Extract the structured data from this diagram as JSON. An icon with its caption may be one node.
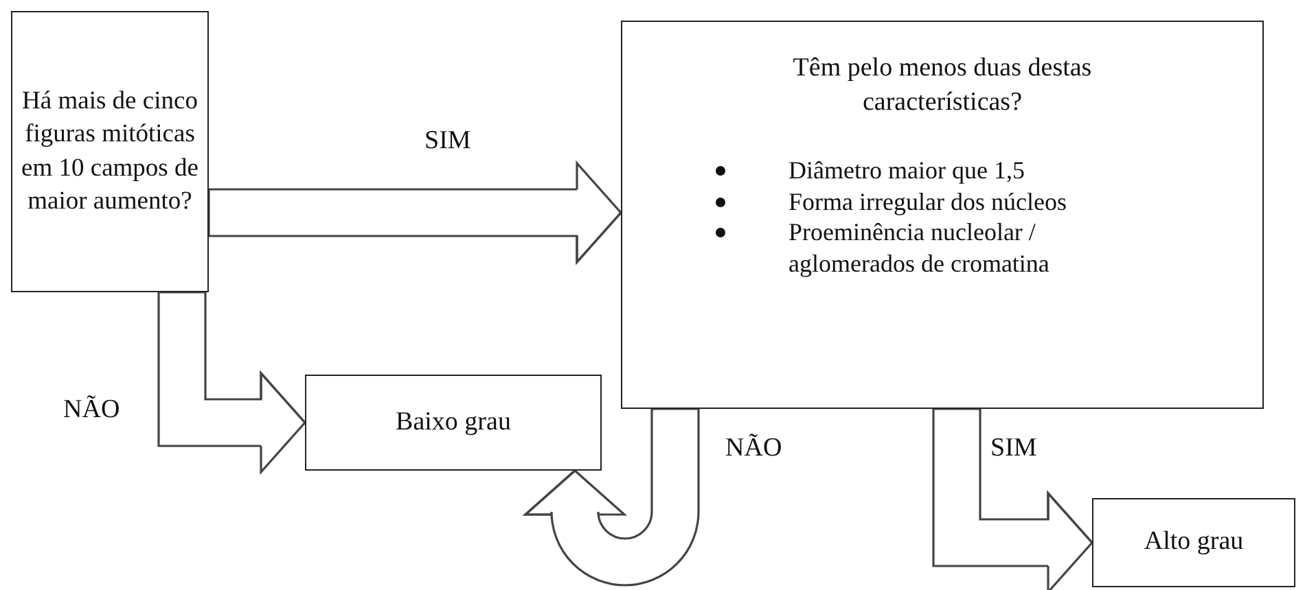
{
  "diagram": {
    "nodes": [
      {
        "text": [
          "Há mais de cinco figuras mitóticas em 10 campos de maior aumento?"
        ]
      },
      {
        "text": [
          "Têm pelo menos duas destas características?",
          "Diâmetro maior que 1,5",
          "Forma irregular dos núcleos",
          "Proeminência nucleolar / aglomerados de cromatina"
        ]
      },
      {
        "text": [
          "Baixo grau"
        ]
      },
      {
        "text": [
          "Alto grau"
        ]
      }
    ],
    "edges": [
      {
        "from": 0,
        "to": 1,
        "arrow": "to",
        "label": "SIM"
      },
      {
        "from": 0,
        "to": 2,
        "arrow": "to",
        "label": "NÃO"
      },
      {
        "from": 1,
        "to": 2,
        "arrow": "to",
        "label": "NÃO"
      },
      {
        "from": 1,
        "to": 3,
        "arrow": "to",
        "label": "SIM"
      }
    ]
  }
}
